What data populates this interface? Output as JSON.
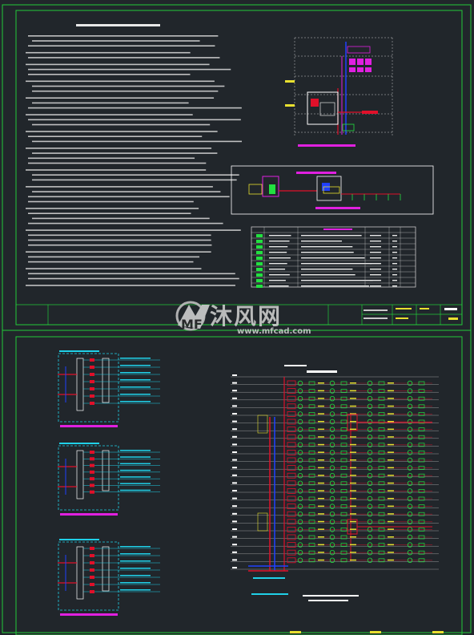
{
  "watermark": {
    "brand": "沐风网",
    "url": "www.mfcad.com",
    "logo_letters": "MF"
  },
  "colors": {
    "background": "#21262b",
    "frame": "#22c93a",
    "line": "#c8c8c8",
    "red": "#e0102a",
    "blue": "#2040ff",
    "cyan": "#20d0e8",
    "magenta": "#e020e0",
    "yellow": "#e8e030",
    "green": "#22e040",
    "white": "#ffffff"
  }
}
